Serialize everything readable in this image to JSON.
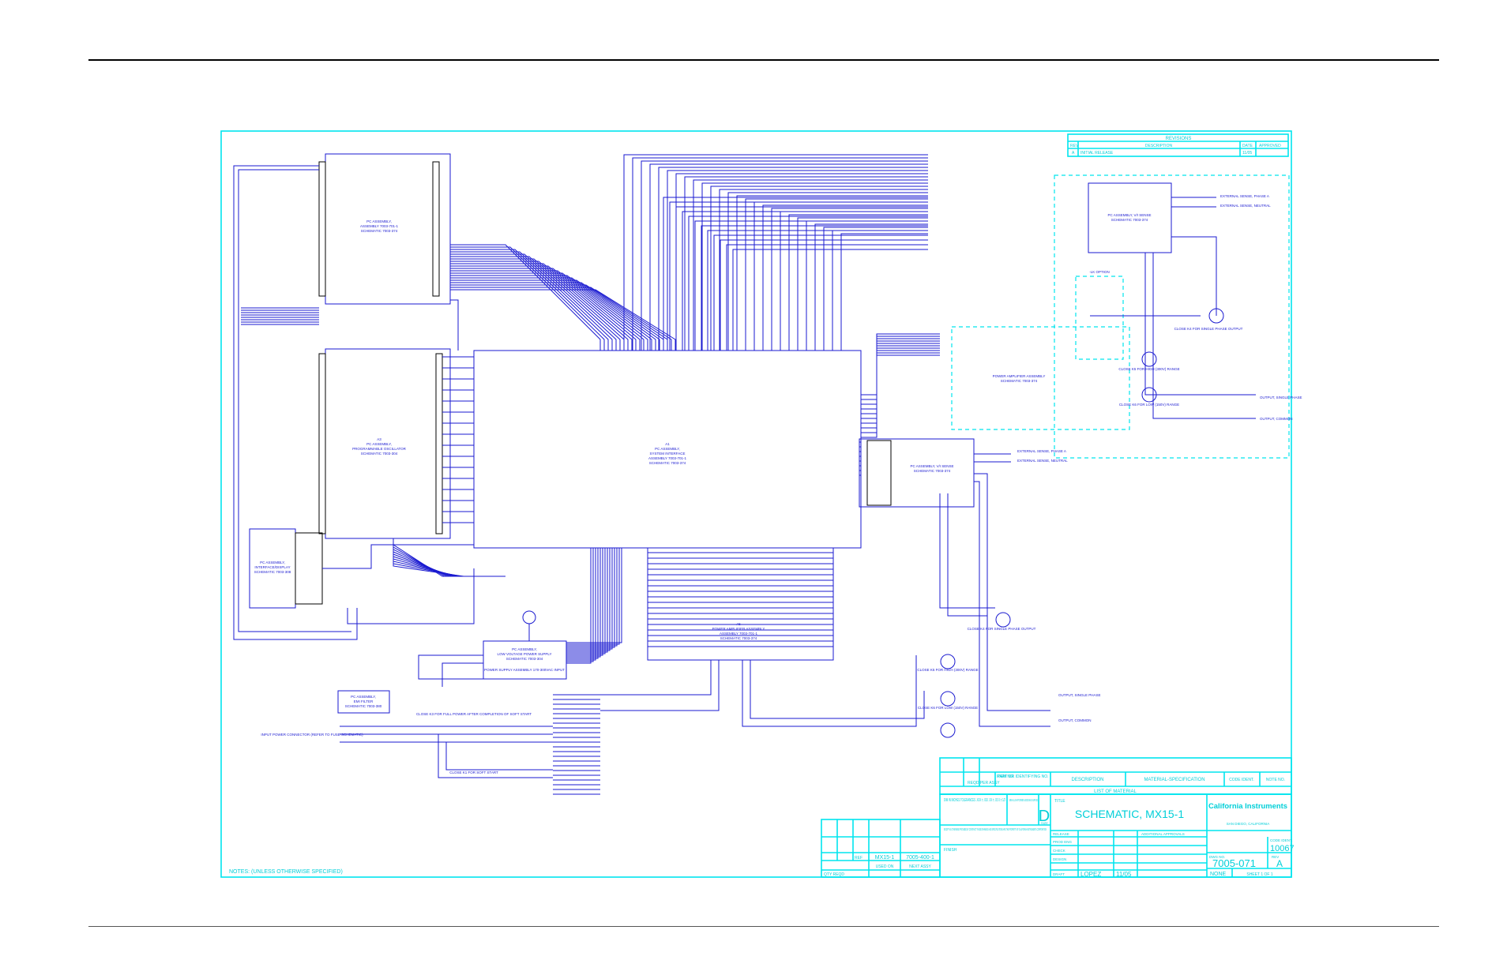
{
  "title_block": {
    "title_label": "TITLE",
    "title": "SCHEMATIC, MX15-1",
    "company": "California Instruments",
    "company_city": "SAN DIEGO, CALIFORNIA",
    "code_ident_label": "CODE IDENT.",
    "code_ident": "10067",
    "dwg_no_label": "DWG NO.",
    "dwg_no": "7005-071",
    "rev_label": "REV",
    "rev": "A",
    "size": "D",
    "size_label": "SIZE",
    "scale": "NONE",
    "sheet": "SHEET 1 OF 1",
    "draft_label": "DRAFT",
    "draftsman": "LOPEZ",
    "draft_date": "11/05",
    "release_label": "RELEASE",
    "prod_eng_label": "PROD ENG",
    "check_label": "CHECK",
    "design_label": "DESIGN",
    "approval_label": "ADDITIONAL APPROVALS",
    "finish_label": "FINISH",
    "tolerance_note": "DIM IN INCHES TOLERANCES .XXX ± .010 .XX ± .03 X ± 1/2",
    "burr_note": "BREAK ALL SHARP CORNERS & EDGES MACH SURFACES",
    "proprietary_note": "EXCEPT AS OTHERWISE PROVIDED BY CONTRACT THESE DRAWINGS AND SPECIFICATIONS ARE THE PROPERTY OF CALIFORNIA INSTRUMENTS CORPORATION"
  },
  "revisions": {
    "header": "REVISIONS",
    "columns": [
      "REV",
      "DESCRIPTION",
      "DATE",
      "APPROVED"
    ],
    "rows": [
      [
        "A",
        "INITIAL RELEASE",
        "",
        "11/05"
      ]
    ]
  },
  "list_of_material": {
    "header": "LIST OF MATERIAL",
    "columns": [
      "ITEM NO.",
      "PART OR IDENTIFYING NO.",
      "DESCRIPTION",
      "MATERIAL-SPECIFICATION",
      "CODE IDENT.",
      "NOTE NO."
    ],
    "reqd_label": "REQD PER ASSY"
  },
  "usage_block": {
    "ref_label": "REF",
    "assy": "MX15-1",
    "next_assy": "7005-400-1",
    "used_on_label": "USED ON",
    "next_assy_label": "NEXT ASSY",
    "qty_label": "QTY REQD"
  },
  "notes": "NOTES: (UNLESS OTHERWISE SPECIFIED)",
  "blocks": {
    "a2": [
      "PC ASSEMBLY,",
      "ASSEMBLY 7003-701-1",
      "SCHEMATIC 7003-374"
    ],
    "a3": [
      "A3",
      "PC ASSEMBLY,",
      "PROGRAMMABLE OSCILLATOR",
      "SCHEMATIC 7003-304"
    ],
    "a1": [
      "A1",
      "PC ASSEMBLY,",
      "SYSTEM INTERFACE",
      "ASSEMBLY 7003-701-1",
      "SCHEMATIC 7003-374"
    ],
    "a4": [
      "PC ASSEMBLY,",
      "INTERFACE/DISPLAY",
      "SCHEMATIC 7003-308"
    ],
    "a5": [
      "A5",
      "POWER AMPLIFIER ASSEMBLY",
      "ASSEMBLY 7003-701-1",
      "SCHEMATIC 7003-374"
    ],
    "a6": [
      "PC ASSEMBLY,",
      "LOW VOLTAGE POWER SUPPLY",
      "SCHEMATIC 7003-304"
    ],
    "a7": [
      "PC ASSEMBLY,",
      "EMI FILTER",
      "SCHEMATIC 7003-380"
    ],
    "a8": [
      "PC ASSEMBLY, V/I SENSE",
      "SCHEMATIC 7003-374"
    ],
    "a9": [
      "PC ASSEMBLY, V/I SENSE",
      "SCHEMATIC 7003-374"
    ],
    "pa_right": [
      "POWER AMPLIFIER ASSEMBLY",
      "SCHEMATIC 7003-374"
    ]
  },
  "connector_labels": {
    "ext_sense_a": "EXTERNAL SENSE, PHASE A",
    "ext_sense_neutral": "EXTERNAL SENSE, NEUTRAL",
    "output_single_phase": "OUTPUT, SINGLE PHASE",
    "output_common": "OUTPUT, COMMON",
    "close_single": "CLOSE K4 FOR SINGLE PHASE OUTPUT",
    "close_high": "CLOSE K5 FOR HIGH (300V) RANGE",
    "close_low": "CLOSE K6 FOR LOW (150V) RANGE",
    "close_full_power": "CLOSE K3 FOR FULL POWER AFTER COMPLETION OF SOFT START",
    "close_soft_start": "CLOSE K1 FOR SOFT START",
    "input_power": "INPUT POWER CONNECTOR (REFER TO FUSE SCHEMATIC)",
    "power_supply_assy": "POWER SUPPLY ASSEMBLY 170-300VAC INPUT",
    "option": "-LK OPTION"
  }
}
